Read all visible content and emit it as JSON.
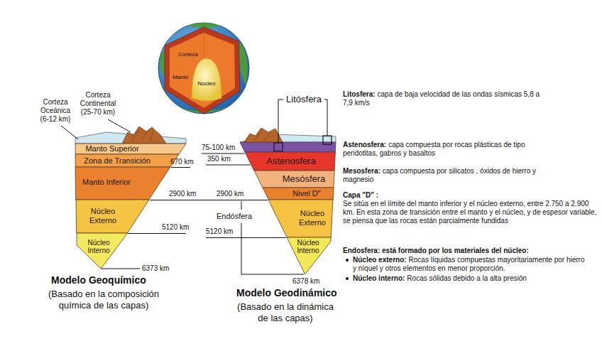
{
  "diagram": {
    "nodes": [
      {
        "text": [
          "Manto Superior"
        ]
      },
      {
        "text": [
          "Zona de Transición"
        ]
      },
      {
        "text": [
          "Manto Inferior"
        ]
      },
      {
        "text": [
          "Núcleo Externo"
        ]
      },
      {
        "text": [
          "Núcleo Interno"
        ]
      },
      {
        "text": [
          "Astenosfera"
        ]
      },
      {
        "text": [
          "Mesósfera"
        ]
      },
      {
        "text": [
          "Nivel D\""
        ]
      },
      {
        "text": [
          "Núcleo Externo"
        ]
      },
      {
        "text": [
          "Núcleo Interno"
        ]
      }
    ],
    "labels": [
      "Corteza",
      "Manto",
      "Núcleo",
      "Corteza Continental (25-70 km)",
      "Corteza Oceánica (6-12 km)",
      "Litósfera",
      "Litosfera:",
      "capa de baja velocidad de las ondas sísmicas 5,8 a 7,9 km/s",
      "75-100 km",
      "Astenosfera:",
      "capa compuesta por rocas plásticas de tipo peridotitas, gabros y basaltos",
      "350 km",
      "670 km",
      "Mesosfera:",
      "capa compuesta por silicatos , óxidos de hierro y magnesio",
      "2900 km",
      "2900 km",
      "Capa \"D\" :",
      "Se sitúa en el límite del manto inferior y el núcleo externo, entre 2.750 a 2.900 km. En esta zona de transición entre el manto y el núcleo, y de espesor variable, se piensa que las rocas están parcialmente fundidas",
      "Endósfera",
      "5120 km",
      "5120 km",
      "Endosfera: está formado por los materiales del núcleo:",
      "Núcleo externo:",
      "Rocas líquidas compuestas mayoritariamente por hierro y níquel y otros elementos en menor proporción.",
      "Núcleo interno:",
      "Rocas sólidas debido a la alta presión",
      "6373 km",
      "6378 km",
      "Modelo Geoquímico",
      "(Basado en la composición química de las capas)",
      "Modelo Geodinámico",
      "(Basado en la dinámica de las capas)"
    ]
  }
}
